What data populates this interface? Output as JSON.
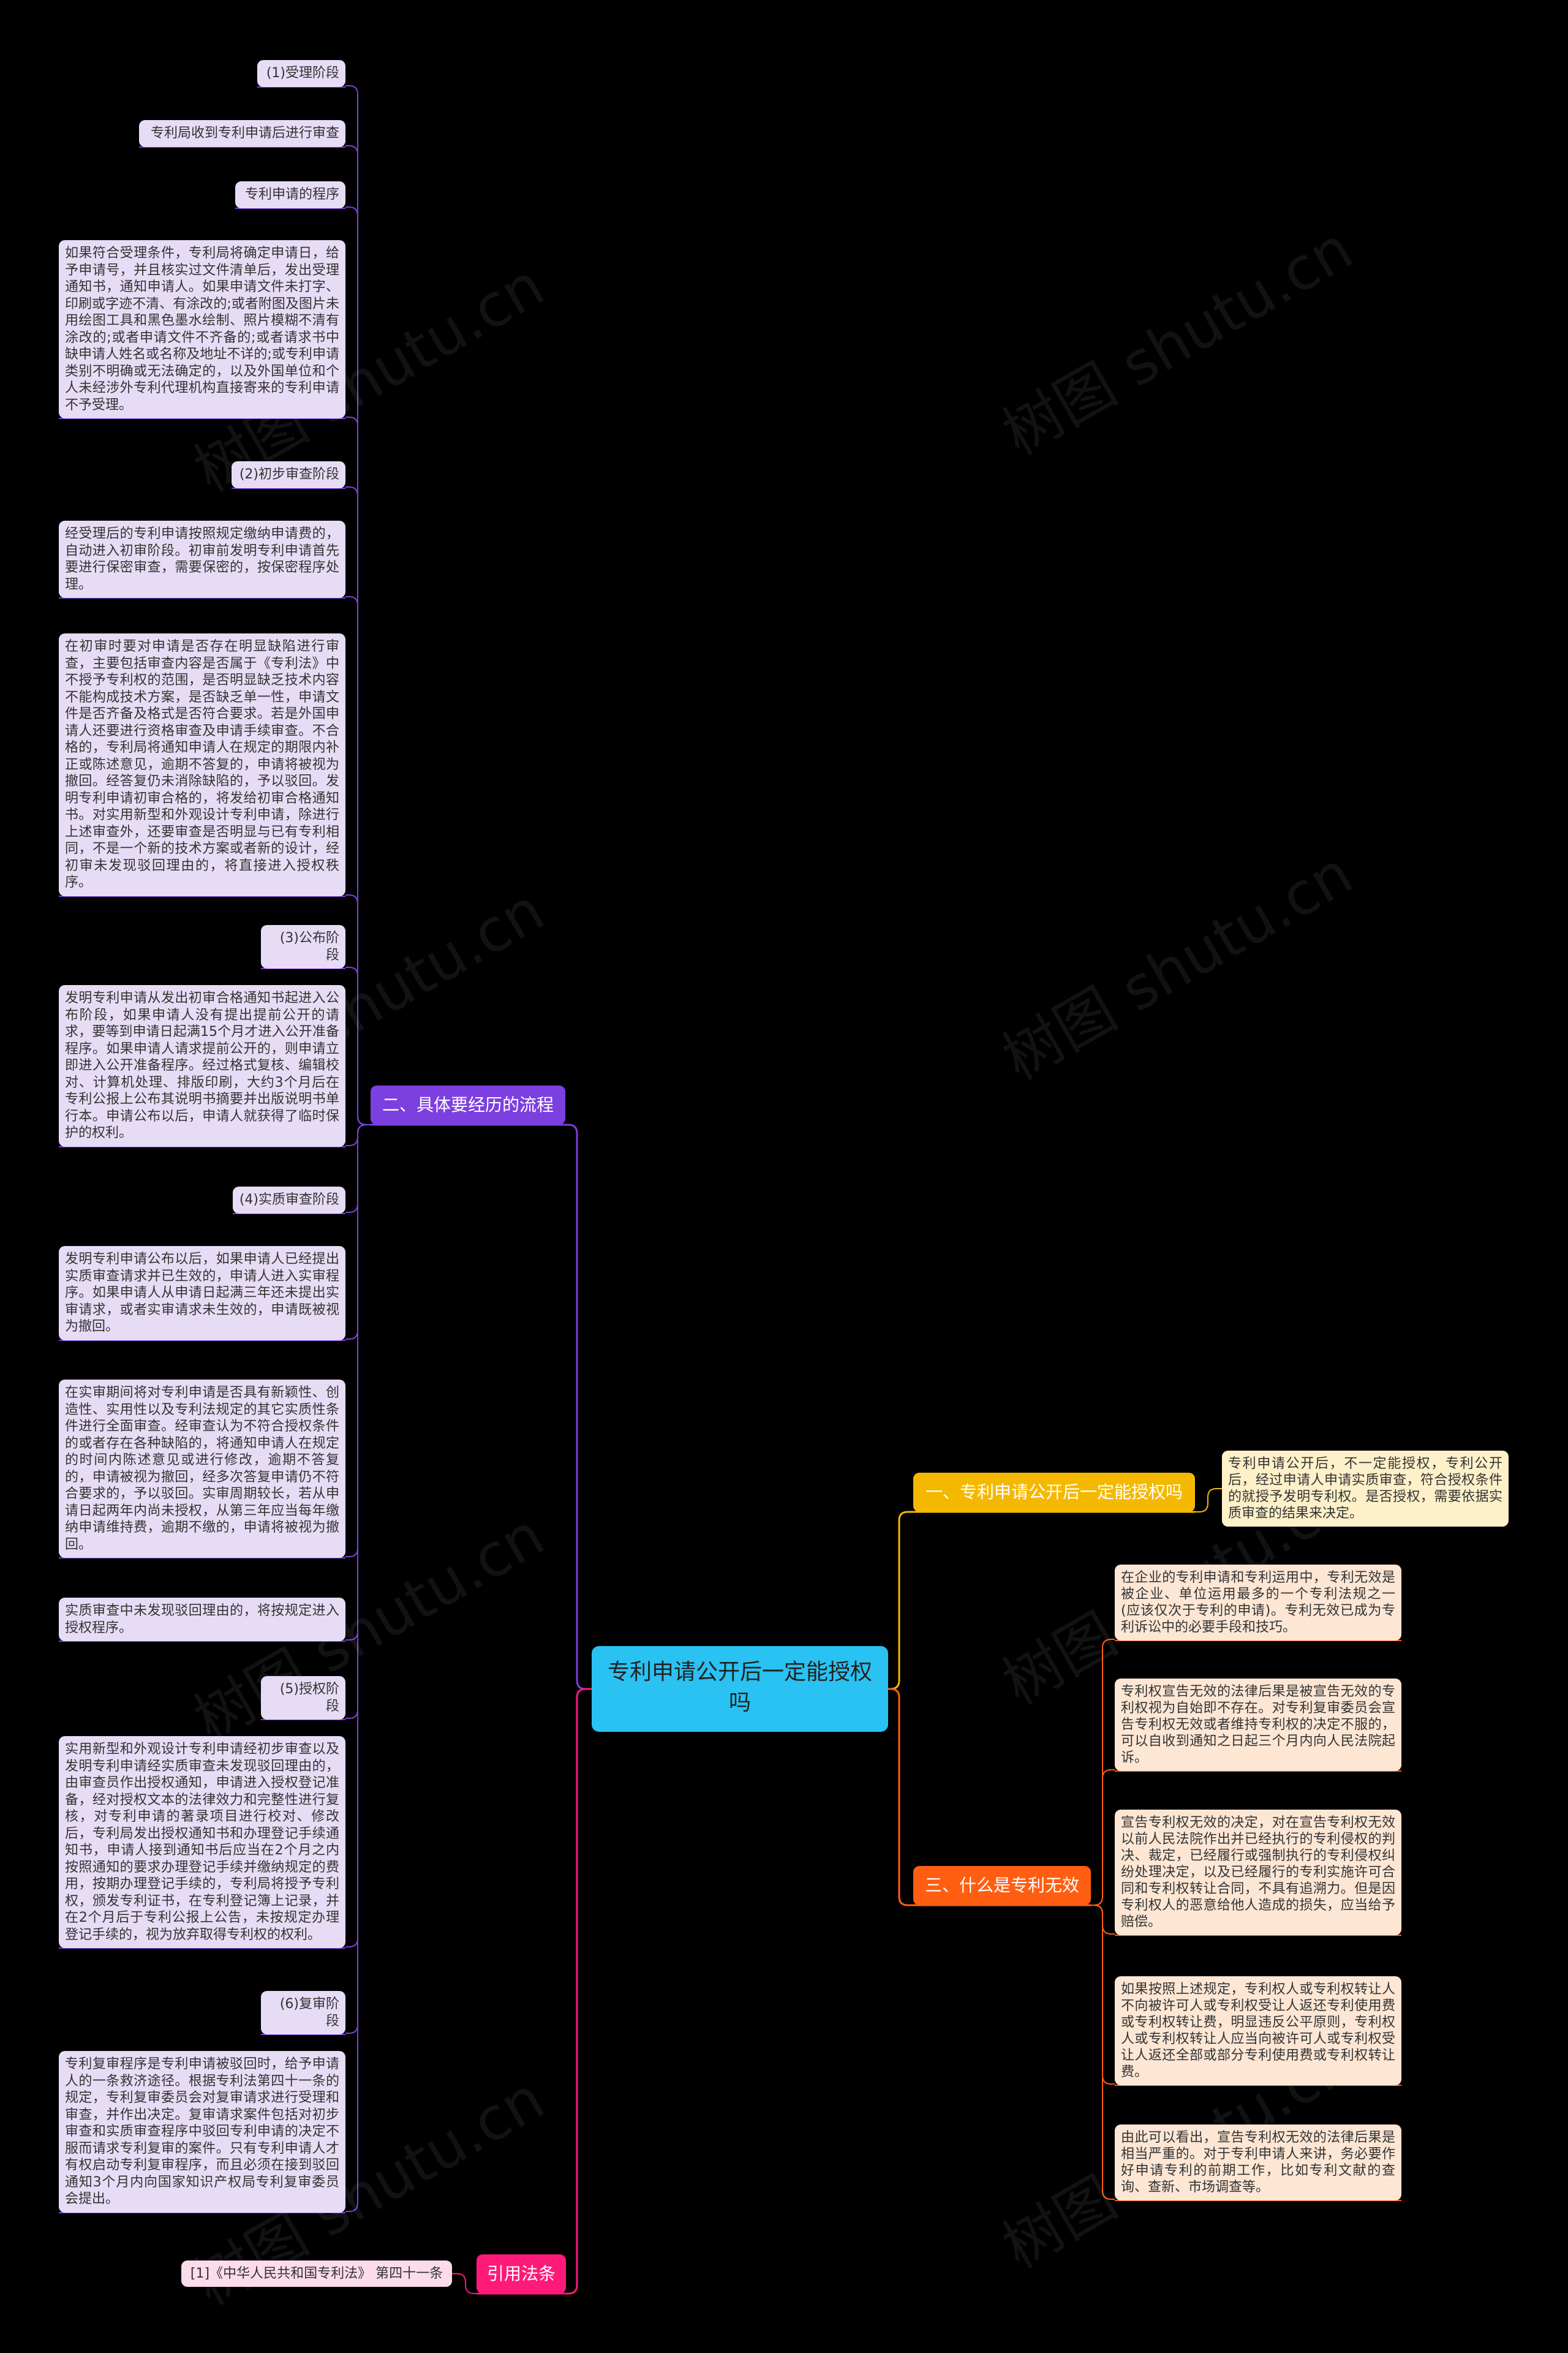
{
  "root": {
    "title": "专利申请公开后一定能授权吗"
  },
  "watermark": "树图 shutu.cn",
  "branches": {
    "process": {
      "label": "二、具体要经历的流程",
      "items": [
        "(1)受理阶段",
        "专利局收到专利申请后进行审查",
        "专利申请的程序",
        "如果符合受理条件，专利局将确定申请日，给予申请号，并且核实过文件清单后，发出受理通知书，通知申请人。如果申请文件未打字、印刷或字迹不清、有涂改的;或者附图及图片未用绘图工具和黑色墨水绘制、照片模糊不清有涂改的;或者申请文件不齐备的;或者请求书中缺申请人姓名或名称及地址不详的;或专利申请类别不明确或无法确定的，以及外国单位和个人未经涉外专利代理机构直接寄来的专利申请不予受理。",
        "(2)初步审查阶段",
        "经受理后的专利申请按照规定缴纳申请费的，自动进入初审阶段。初审前发明专利申请首先要进行保密审查，需要保密的，按保密程序处理。",
        "在初审时要对申请是否存在明显缺陷进行审查，主要包括审查内容是否属于《专利法》中不授予专利权的范围，是否明显缺乏技术内容不能构成技术方案，是否缺乏单一性，申请文件是否齐备及格式是否符合要求。若是外国申请人还要进行资格审查及申请手续审查。不合格的，专利局将通知申请人在规定的期限内补正或陈述意见，逾期不答复的，申请将被视为撤回。经答复仍未消除缺陷的，予以驳回。发明专利申请初审合格的，将发给初审合格通知书。对实用新型和外观设计专利申请，除进行上述审查外，还要审查是否明显与已有专利相同，不是一个新的技术方案或者新的设计，经初审未发现驳回理由的，将直接进入授权秩序。",
        "(3)公布阶段",
        "发明专利申请从发出初审合格通知书起进入公布阶段，如果申请人没有提出提前公开的请求，要等到申请日起满15个月才进入公开准备程序。如果申请人请求提前公开的，则申请立即进入公开准备程序。经过格式复核、编辑校对、计算机处理、排版印刷，大约3个月后在专利公报上公布其说明书摘要并出版说明书单行本。申请公布以后，申请人就获得了临时保护的权利。",
        "(4)实质审查阶段",
        "发明专利申请公布以后，如果申请人已经提出实质审查请求并已生效的，申请人进入实审程序。如果申请人从申请日起满三年还未提出实审请求，或者实审请求未生效的，申请既被视为撤回。",
        "在实审期间将对专利申请是否具有新颖性、创造性、实用性以及专利法规定的其它实质性条件进行全面审查。经审查认为不符合授权条件的或者存在各种缺陷的，将通知申请人在规定的时间内陈述意见或进行修改，逾期不答复的，申请被视为撤回，经多次答复申请仍不符合要求的，予以驳回。实审周期较长，若从申请日起两年内尚未授权，从第三年应当每年缴纳申请维持费，逾期不缴的，申请将被视为撤回。",
        "实质审查中未发现驳回理由的，将按规定进入授权程序。",
        "(5)授权阶段",
        "实用新型和外观设计专利申请经初步审查以及发明专利申请经实质审查未发现驳回理由的，由审查员作出授权通知，申请进入授权登记准备，经对授权文本的法律效力和完整性进行复核，对专利申请的著录项目进行校对、修改后，专利局发出授权通知书和办理登记手续通知书，申请人接到通知书后应当在2个月之内按照通知的要求办理登记手续并缴纳规定的费用，按期办理登记手续的，专利局将授予专利权，颁发专利证书，在专利登记簿上记录，并在2个月后于专利公报上公告，未按规定办理登记手续的，视为放弃取得专利权的权利。",
        "(6)复审阶段",
        "专利复审程序是专利申请被驳回时，给予申请人的一条救济途径。根据专利法第四十一条的规定，专利复审委员会对复审请求进行受理和审查，并作出决定。复审请求案件包括对初步审查和实质审查程序中驳回专利申请的决定不服而请求专利复审的案件。只有专利申请人才有权启动专利复审程序，而且必须在接到驳回通知3个月内向国家知识产权局专利复审委员会提出。"
      ]
    },
    "law": {
      "label": "引用法条",
      "items": [
        "[1]《中华人民共和国专利法》 第四十一条"
      ]
    },
    "q1": {
      "label": "一、专利申请公开后一定能授权吗",
      "items": [
        "专利申请公开后，不一定能授权，专利公开后，经过申请人申请实质审查，符合授权条件的就授予发明专利权。是否授权，需要依据实质审查的结果来决定。"
      ]
    },
    "q3": {
      "label": "三、什么是专利无效",
      "items": [
        "在企业的专利申请和专利运用中，专利无效是被企业、单位运用最多的一个专利法规之一(应该仅次于专利的申请)。专利无效已成为专利诉讼中的必要手段和技巧。",
        "专利权宣告无效的法律后果是被宣告无效的专利权视为自始即不存在。对专利复审委员会宣告专利权无效或者维持专利权的决定不服的，可以自收到通知之日起三个月内向人民法院起诉。",
        "宣告专利权无效的决定，对在宣告专利权无效以前人民法院作出并已经执行的专利侵权的判决、裁定，已经履行或强制执行的专利侵权纠纷处理决定，以及已经履行的专利实施许可合同和专利权转让合同，不具有追溯力。但是因专利权人的恶意给他人造成的损失，应当给予赔偿。",
        "如果按照上述规定，专利权人或专利权转让人不向被许可人或专利权受让人返还专利使用费或专利权转让费，明显违反公平原则，专利权人或专利权转让人应当向被许可人或专利权受让人返还全部或部分专利使用费或专利权转让费。",
        "由此可以看出，宣告专利权无效的法律后果是相当严重的。对于专利申请人来讲，务必要作好申请专利的前期工作，比如专利文献的查询、查新、市场调查等。"
      ]
    }
  },
  "colors": {
    "background": "#000000",
    "root": "#29c2f2",
    "process": "#7c3fe0",
    "law": "#ff1a7a",
    "q1": "#f5b800",
    "q3": "#ff5e12",
    "leaf_purple": "#e7dcf5",
    "leaf_orange": "#fde6d4",
    "leaf_yellow": "#fef1c9",
    "leaf_pink": "#fcdcea"
  }
}
